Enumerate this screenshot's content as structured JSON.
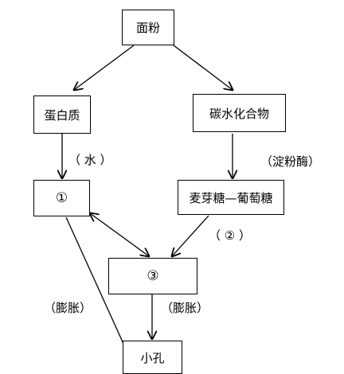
{
  "nodes": {
    "flour": "面粉",
    "protein": "蛋白质",
    "carbohydrate": "碳水化合物",
    "node1": "①",
    "maltose_glucose": "麦芽糖—葡萄糖",
    "node3": "③",
    "small_holes": "小孔"
  },
  "edge_labels": {
    "water": "（ 水 ）",
    "amylase": "（淀粉酶）",
    "step2": "（ ② ）",
    "expand_left": "（膨胀）",
    "expand_right": "（膨胀）"
  }
}
